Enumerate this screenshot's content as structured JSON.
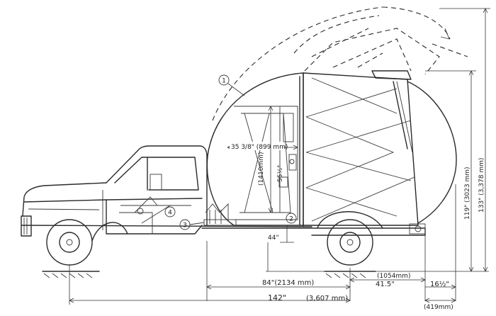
{
  "callouts": [
    "1",
    "2",
    "3",
    "4"
  ],
  "dimensions": {
    "width_top": "35 3/8\" (899 mm)",
    "height_1410": "(1410mm)",
    "height_55": "55½\"",
    "height_44": "44\"",
    "height_119": "119\" (3023 mm)",
    "height_133": "133\" (3,378 mm)",
    "len_84": "84\"(2134 mm)",
    "len_1054": "(1054mm)",
    "len_41_5": "41.5\"",
    "len_16_5": "16½\"",
    "len_142": "142\"",
    "len_3607": "(3,607 mm)",
    "len_419": "(419mm)"
  },
  "colors": {
    "line": "#2a2a2a",
    "background": "#ffffff"
  }
}
